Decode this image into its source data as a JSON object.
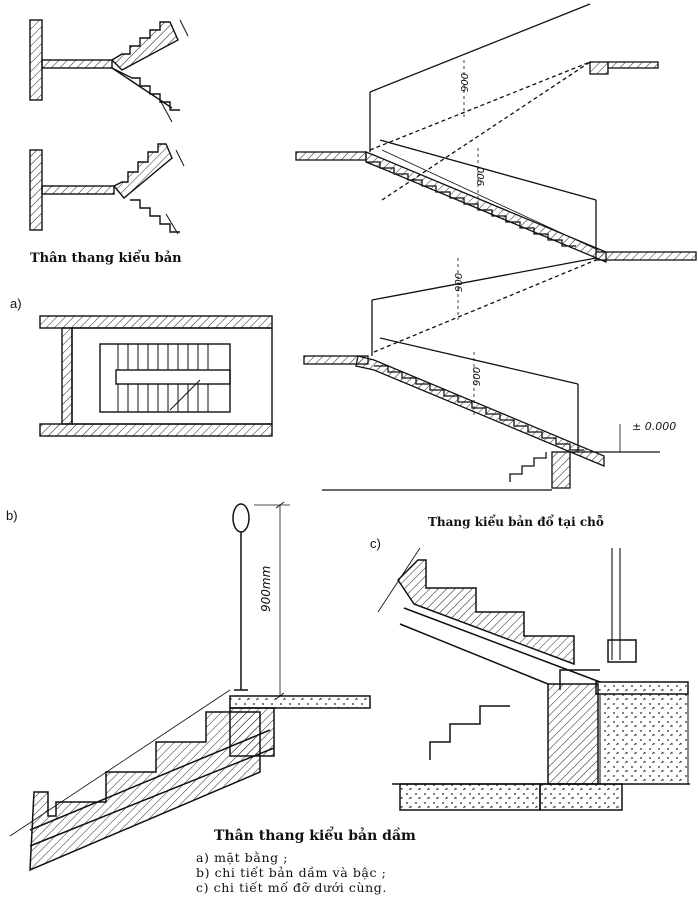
{
  "labels": {
    "a": "a)",
    "b": "b)",
    "c": "c)"
  },
  "captions": {
    "slab_stair_body": "Thân thang kiểu bản",
    "cast_in_place_slab_stair": "Thang kiểu bản đổ tại chỗ",
    "beam_slab_stair_body": "Thân thang kiểu bản dầm"
  },
  "dimensions": {
    "railing_height": "900",
    "railing_height_mm": "900mm",
    "elevation": "± 0.000"
  },
  "legend": [
    "a) mặt bằng ;",
    "b) chi tiết bản dầm và bậc ;",
    "c) chi tiết mố đỡ dưới cùng."
  ]
}
